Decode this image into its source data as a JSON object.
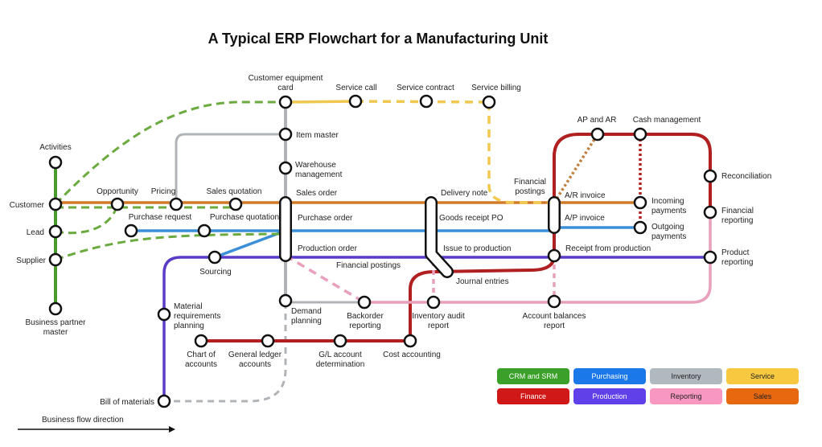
{
  "title": "A Typical ERP Flowchart for a Manufacturing Unit",
  "flow_direction_label": "Business flow direction",
  "colors": {
    "crm": "#4a9a2e",
    "crm_dash": "#6aaa3e",
    "purchasing": "#3a8fd8",
    "inventory": "#b0b4b8",
    "service": "#f0c850",
    "finance": "#b02020",
    "production": "#5a3cc8",
    "reporting": "#e8a0bc",
    "sales": "#d07a28"
  },
  "stations": [
    {
      "id": "activities",
      "label": "Activities"
    },
    {
      "id": "customer",
      "label": "Customer"
    },
    {
      "id": "lead",
      "label": "Lead"
    },
    {
      "id": "supplier",
      "label": "Supplier"
    },
    {
      "id": "bp_master",
      "label": "Business partner master"
    },
    {
      "id": "opportunity",
      "label": "Opportunity"
    },
    {
      "id": "pricing",
      "label": "Pricing"
    },
    {
      "id": "sales_quotation",
      "label": "Sales quotation"
    },
    {
      "id": "purchase_request",
      "label": "Purchase request"
    },
    {
      "id": "purchase_quotation",
      "label": "Purchase quotation"
    },
    {
      "id": "sourcing",
      "label": "Sourcing"
    },
    {
      "id": "customer_equipment_card",
      "label": "Customer equipment card"
    },
    {
      "id": "item_master",
      "label": "Item master"
    },
    {
      "id": "warehouse_mgmt",
      "label": "Warehouse management"
    },
    {
      "id": "sales_order",
      "label": "Sales order"
    },
    {
      "id": "purchase_order",
      "label": "Purchase order"
    },
    {
      "id": "production_order",
      "label": "Production order"
    },
    {
      "id": "demand_planning",
      "label": "Demand planning"
    },
    {
      "id": "backorder_reporting",
      "label": "Backorder reporting"
    },
    {
      "id": "mrp",
      "label": "Material requirements planning"
    },
    {
      "id": "bom",
      "label": "Bill of materials"
    },
    {
      "id": "chart_of_accounts",
      "label": "Chart of accounts"
    },
    {
      "id": "gl_accounts",
      "label": "General ledger accounts"
    },
    {
      "id": "gl_determination",
      "label": "G/L account determination"
    },
    {
      "id": "cost_accounting",
      "label": "Cost accounting"
    },
    {
      "id": "service_call",
      "label": "Service call"
    },
    {
      "id": "service_contract",
      "label": "Service contract"
    },
    {
      "id": "service_billing",
      "label": "Service billing"
    },
    {
      "id": "delivery_note",
      "label": "Delivery note"
    },
    {
      "id": "goods_receipt_po",
      "label": "Goods receipt PO"
    },
    {
      "id": "issue_to_production",
      "label": "Issue to production"
    },
    {
      "id": "financial_postings_1",
      "label": "Financial postings"
    },
    {
      "id": "journal_entries",
      "label": "Journal entries"
    },
    {
      "id": "inventory_audit",
      "label": "Inventory audit report"
    },
    {
      "id": "financial_postings_2",
      "label": "Financial postings"
    },
    {
      "id": "ar_invoice",
      "label": "A/R invoice"
    },
    {
      "id": "ap_invoice",
      "label": "A/P invoice"
    },
    {
      "id": "receipt_from_production",
      "label": "Receipt from production"
    },
    {
      "id": "account_balances",
      "label": "Account balances report"
    },
    {
      "id": "ap_and_ar",
      "label": "AP and AR"
    },
    {
      "id": "cash_management",
      "label": "Cash management"
    },
    {
      "id": "incoming_payments",
      "label": "Incoming payments"
    },
    {
      "id": "outgoing_payments",
      "label": "Outgoing payments"
    },
    {
      "id": "reconciliation",
      "label": "Reconciliation"
    },
    {
      "id": "financial_reporting",
      "label": "Financial reporting"
    },
    {
      "id": "product_reporting",
      "label": "Product reporting"
    }
  ],
  "legend": [
    {
      "label": "CRM and SRM",
      "color": "#3aa02a",
      "text": "#ffffff"
    },
    {
      "label": "Purchasing",
      "color": "#1a78e8",
      "text": "#ffffff"
    },
    {
      "label": "Inventory",
      "color": "#b0b8c0",
      "text": "#222222"
    },
    {
      "label": "Service",
      "color": "#f8c840",
      "text": "#222222"
    },
    {
      "label": "Finance",
      "color": "#d01818",
      "text": "#ffffff"
    },
    {
      "label": "Production",
      "color": "#6040e8",
      "text": "#ffffff"
    },
    {
      "label": "Reporting",
      "color": "#f898c0",
      "text": "#222222"
    },
    {
      "label": "Sales",
      "color": "#e86810",
      "text": "#222222"
    }
  ]
}
